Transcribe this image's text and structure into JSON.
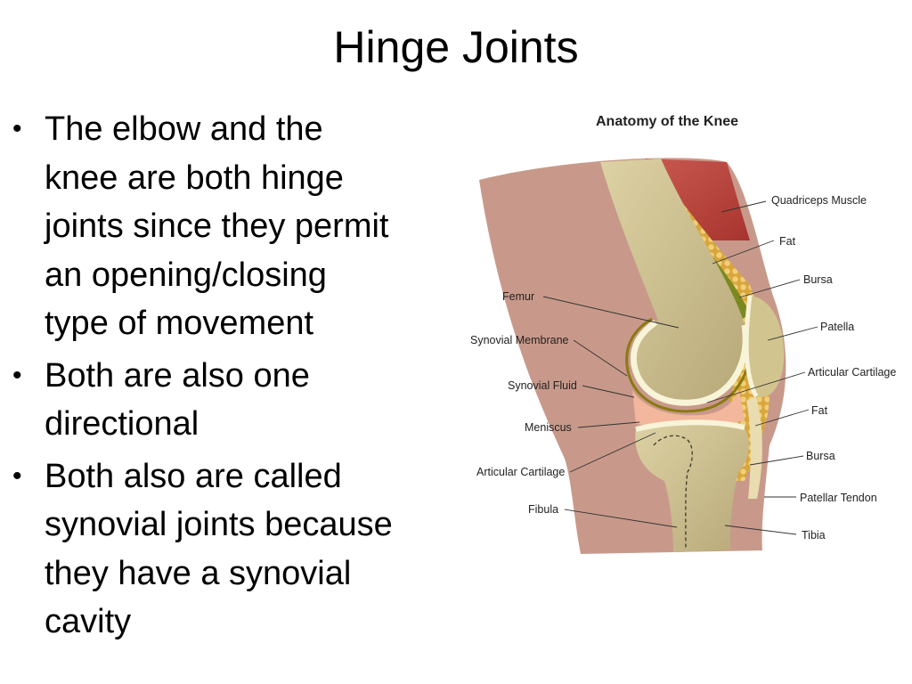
{
  "slide": {
    "title": "Hinge Joints",
    "bullets": [
      {
        "lines": [
          "The elbow and the",
          "knee are both hinge",
          "joints since they permit",
          "an opening/closing",
          "type of movement"
        ]
      },
      {
        "lines": [
          "Both are also one",
          "directional"
        ]
      },
      {
        "lines": [
          "Both also are called",
          "synovial joints because",
          "they have a synovial",
          "cavity"
        ]
      }
    ]
  },
  "diagram": {
    "title": "Anatomy of the Knee",
    "labels_left": {
      "femur": "Femur",
      "synovial_membrane": "Synovial Membrane",
      "synovial_fluid": "Synovial Fluid",
      "meniscus": "Meniscus",
      "articular_cartilage": "Articular Cartilage",
      "fibula": "Fibula"
    },
    "labels_right": {
      "quadriceps_muscle": "Quadriceps Muscle",
      "fat_upper": "Fat",
      "bursa_upper": "Bursa",
      "patella": "Patella",
      "articular_cartilage": "Articular Cartilage",
      "fat_lower": "Fat",
      "bursa_lower": "Bursa",
      "patellar_tendon": "Patellar Tendon",
      "tibia": "Tibia"
    },
    "colors": {
      "skin": "#c8998a",
      "bone": "#cdbf8e",
      "fat": "#e2b84a",
      "muscle": "#b8453c",
      "cartilage": "#f8f4d8",
      "membrane": "#8a7a12",
      "meniscus": "#f2b79c"
    }
  }
}
